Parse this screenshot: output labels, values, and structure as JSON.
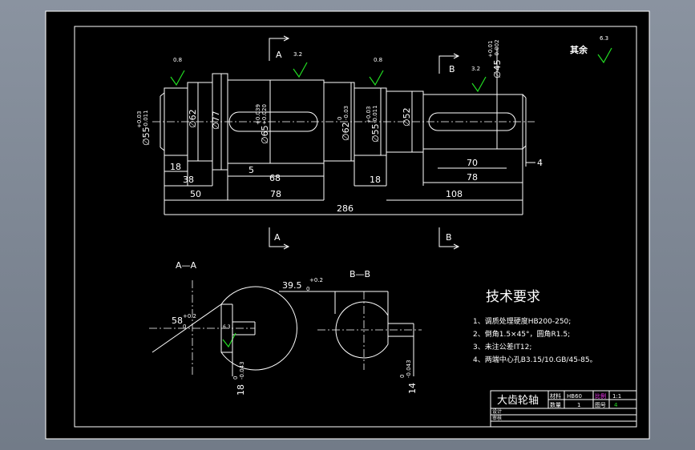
{
  "colors": {
    "background": "#7d8693",
    "sheet": "#000000",
    "line": "#ffffff",
    "roughness_mark": "#22dd22",
    "title_red": "#ff3bff"
  },
  "roughness": {
    "r1": "0.8",
    "r2": "3.2",
    "r3": "0.8",
    "r4": "3.2",
    "other_value": "6.3",
    "other_label": "其余"
  },
  "section_labels": {
    "a": "A",
    "b": "B"
  },
  "diameters": {
    "d55_left": "55",
    "d55_left_tol_up": "+0.03",
    "d55_left_tol_dn": "-0.011",
    "d62_left": "∅62",
    "d77": "∅77",
    "d65": "65",
    "d65_tol_up": "+0.039",
    "d65_tol_dn": "+0.020",
    "d62_right": "62",
    "d62_right_tol_up": "0",
    "d62_right_tol_dn": "-0.03",
    "d55_right": "55",
    "d55_right_tol_up": "+0.03",
    "d55_right_tol_dn": "-0.011",
    "d52": "∅52",
    "d45": "45",
    "d45_tol_up": "+0.01",
    "d45_tol_dn": "-0.002"
  },
  "lengths": {
    "l18a": "18",
    "l38": "38",
    "l5": "5",
    "l68": "68",
    "l18b": "18",
    "l70": "70",
    "l78b": "78",
    "l4": "4",
    "l50": "50",
    "l78": "78",
    "l108": "108",
    "l286": "286"
  },
  "section_aa": {
    "title": "A—A",
    "dim": "58",
    "dim_tol_up": "+0.2",
    "dim_tol_dn": "0",
    "roughness": "6.3",
    "key_dim": "18",
    "key_tol_up": "0",
    "key_tol_dn": "-0.043"
  },
  "section_bb": {
    "title": "B—B",
    "dim": "39.5",
    "dim_tol_up": "+0.2",
    "dim_tol_dn": "0",
    "key_dim": "14",
    "key_tol_up": "0",
    "key_tol_dn": "-0.043"
  },
  "tech": {
    "title": "技术要求",
    "items": [
      "1、调质处理硬度HB200-250;",
      "2、倒角1.5×45°，圆角R1.5;",
      "3、未注公差IT12;",
      "4、两端中心孔B3.15/10.GB/45-85。"
    ]
  },
  "title_block": {
    "name": "大齿轮轴",
    "material_label": "材料",
    "material": "HB60",
    "qty_label": "数量",
    "qty": "1",
    "ratio_label": "比例",
    "ratio": "1:1",
    "sheet_label": "图号",
    "sheet": "4",
    "draw_label": "设计",
    "check_label": "审核"
  }
}
